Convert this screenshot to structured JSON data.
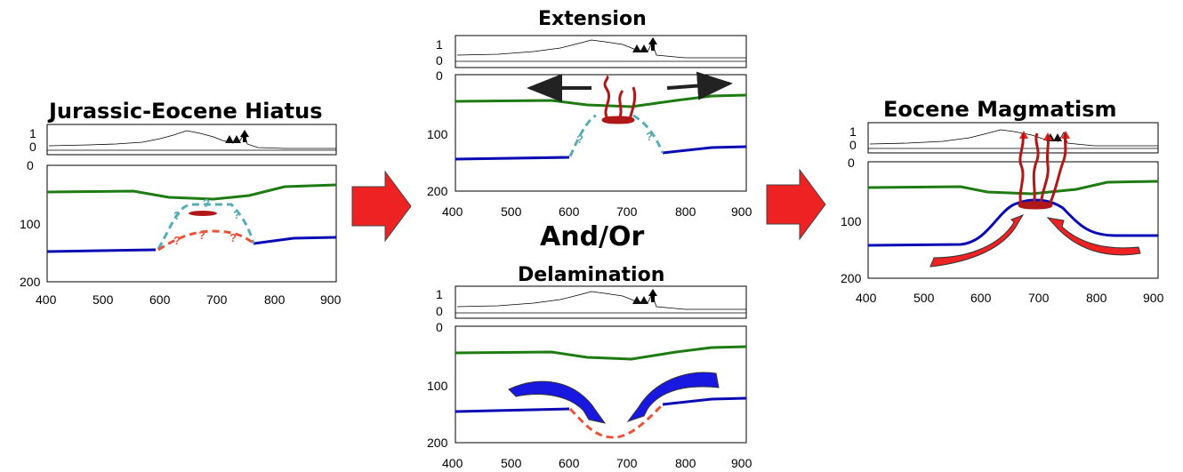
{
  "titles": {
    "hiatus": "Jurassic-Eocene Hiatus",
    "extension": "Extension",
    "andor": "And/Or",
    "delamination": "Delamination",
    "magmatism": "Eocene Magmatism"
  },
  "axes": {
    "x_ticks": [
      "400",
      "500",
      "600",
      "700",
      "800",
      "900"
    ],
    "y_ticks": [
      "100",
      "200"
    ],
    "y_zero": "0",
    "topo_ticks": [
      "1",
      "0"
    ],
    "question_mark": "?"
  },
  "colors": {
    "moho": "#1e7b12",
    "lab": "#0a0ab4",
    "dashed_upper": "#5aacb4",
    "dashed_lower": "#e8533a",
    "arrow_red": "#ee2222",
    "arrow_blue": "#1818e0",
    "magma": "#b01818"
  },
  "icons": [
    "volcano-triangle-icon",
    "arrow-right-icon",
    "magma-conduit-icon",
    "double-headed-extension-arrows-icon",
    "flow-arrow-icon"
  ]
}
